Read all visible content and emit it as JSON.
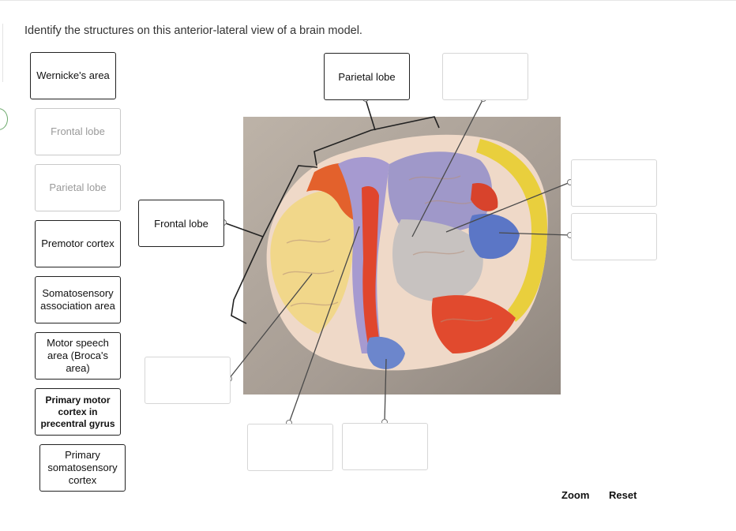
{
  "instruction": "Identify the structures on this anterior-lateral view of a brain model.",
  "label_bank": [
    {
      "text": "Wernicke's area",
      "state": "available"
    },
    {
      "text": "Frontal lobe",
      "state": "used"
    },
    {
      "text": "Parietal lobe",
      "state": "used"
    },
    {
      "text": "Premotor cortex",
      "state": "available"
    },
    {
      "text": "Somatosensory association area",
      "state": "available"
    },
    {
      "text": "Motor speech area (Broca's area)",
      "state": "available"
    },
    {
      "text": "Primary motor cortex in precentral gyrus",
      "state": "available"
    },
    {
      "text": "Primary somatosensory cortex",
      "state": "available"
    }
  ],
  "targets": {
    "top_center": "Parietal lobe",
    "top_right": "",
    "right_upper": "",
    "right_lower": "",
    "left_middle": "Frontal lobe",
    "left_lower": "",
    "bottom_left": "",
    "bottom_right": ""
  },
  "controls": {
    "zoom": "Zoom",
    "reset": "Reset"
  }
}
